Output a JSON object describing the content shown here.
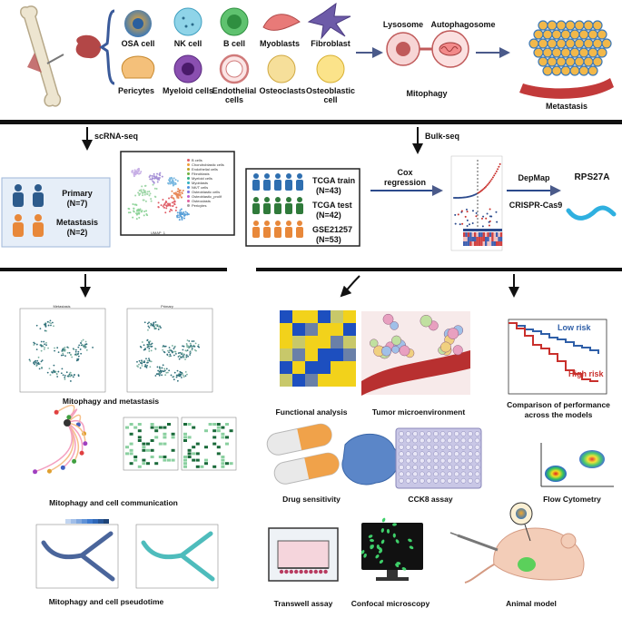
{
  "top": {
    "cells_row1": [
      "OSA cell",
      "NK cell",
      "B cell",
      "Myoblasts",
      "Fibroblast"
    ],
    "cells_row2": [
      "Pericytes",
      "Myeloid cells",
      "Endothelial cells",
      "Osteoclasts",
      "Osteoblastic cell"
    ],
    "lysosome": "Lysosome",
    "autophagosome": "Autophagosome",
    "mitophagy": "Mitophagy",
    "metastasis": "Metastasis"
  },
  "left": {
    "scrna_label": "scRNA-seq",
    "primary": "Primary",
    "primary_n": "(N=7)",
    "metastasis": "Metastasis",
    "metastasis_n": "(N=2)",
    "umap_legend": [
      "B cells",
      "Chondroblastic cells",
      "Endothelial cells",
      "Fibroblasts",
      "Myeloid cells",
      "Myoblasts",
      "NK/T cells",
      "Osteoblastic cells",
      "Osteoblastic_prolif",
      "Osteoclasts",
      "Pericytes"
    ],
    "umap_xlabel": "UMAP_1",
    "umap_ylabel": "UMAP_2",
    "panel_metastasis_title": "Metastasis",
    "panel_primary_title": "Primary",
    "caption_metastasis": "Mitophagy and metastasis",
    "caption_communication": "Mitophagy and cell communication",
    "caption_pseudotime": "Mitophagy and cell  pseudotime"
  },
  "right": {
    "bulk_label": "Bulk-seq",
    "tcga_train": "TCGA train",
    "tcga_train_n": "(N=43)",
    "tcga_test": "TCGA test",
    "tcga_test_n": "(N=42)",
    "gse": "GSE21257",
    "gse_n": "(N=53)",
    "cox": "Cox",
    "regression": "regression",
    "depmap": "DepMap",
    "crispr": "CRISPR-Cas9",
    "rps27a": "RPS27A",
    "low_risk": "Low risk",
    "high_risk": "High risk",
    "caption_functional": "Functional analysis",
    "caption_tme": "Tumor microenvironment",
    "caption_comparison_1": "Comparison of performance",
    "caption_comparison_2": "across the models",
    "caption_drug": "Drug sensitivity",
    "caption_cck8": "CCK8 assay",
    "caption_flow": "Flow Cytometry",
    "caption_transwell": "Transwell assay",
    "caption_confocal": "Confocal microscopy",
    "caption_animal": "Animal model"
  },
  "colors": {
    "blue": "#2f5fa8",
    "orange": "#e8883a",
    "green": "#2f7a3a",
    "red": "#c9302c",
    "yellow": "#f2d21b",
    "navy": "#2b4a8c"
  }
}
